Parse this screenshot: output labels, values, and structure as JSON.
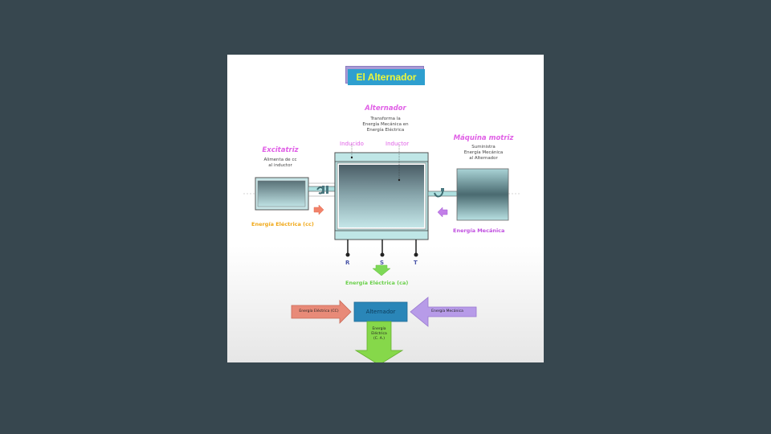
{
  "slide": {
    "title": "El Alternador",
    "alternador": {
      "heading": "Alternador",
      "desc": [
        "Transforma la",
        "Energía Mecánica en",
        "Energía Eléctrica"
      ],
      "inducido_label": "Inducido",
      "inductor_label": "Inductor"
    },
    "excitatriz": {
      "heading": "Excitatriz",
      "desc": [
        "Alimenta de cc",
        "al inductor"
      ],
      "energy_label": "Energía Eléctrica (cc)"
    },
    "maquina_motriz": {
      "heading": "Máquina motriz",
      "desc": [
        "Suministra",
        "Energía Mecánica",
        "al Alternador"
      ],
      "energy_label": "Energía Mecánica"
    },
    "phases": [
      "R",
      "S",
      "T"
    ],
    "output_label": "Energía Eléctrica (ca)",
    "block_diagram": {
      "center": "Alternador",
      "left_input": "Energía Eléctrica (CC)",
      "right_input": "Energía Mecánica",
      "output": [
        "Energía",
        "Eléctrica",
        "(C. A.)"
      ]
    },
    "colors": {
      "background": "#37474f",
      "title_bg": "#2e9fcf",
      "title_text": "#eef73a",
      "heading_pink": "#e05fe6",
      "orange": "#f0a818",
      "violet": "#c050e0",
      "green": "#6ad04a",
      "block_center": "#2a86b8",
      "block_left": "#e88a78",
      "block_right": "#b79be8",
      "block_down": "#86d84a"
    }
  }
}
